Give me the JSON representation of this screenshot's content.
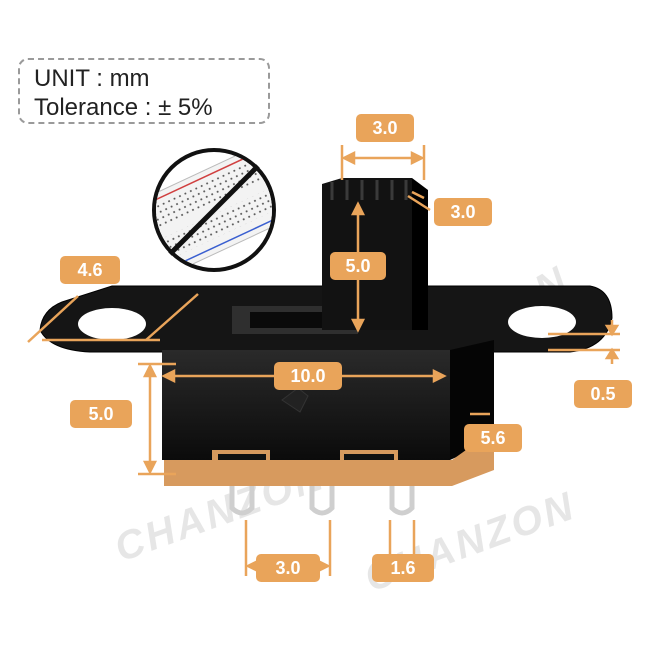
{
  "specs": {
    "unit": "UNIT : mm",
    "tolerance": "Tolerance : ± 5%"
  },
  "dimensions": {
    "actuator_width": "3.0",
    "actuator_depth": "3.0",
    "actuator_height": "5.0",
    "mount_hole": "4.6",
    "body_length": "10.0",
    "body_height": "5.0",
    "plate_thickness": "0.5",
    "body_depth": "5.6",
    "pin_pitch": "3.0",
    "pin_width": "1.6"
  },
  "colors": {
    "dimension": "#e9a45a",
    "body": "#111111",
    "base": "#d79a5e"
  },
  "icons": [
    "no-breadboard-icon"
  ]
}
